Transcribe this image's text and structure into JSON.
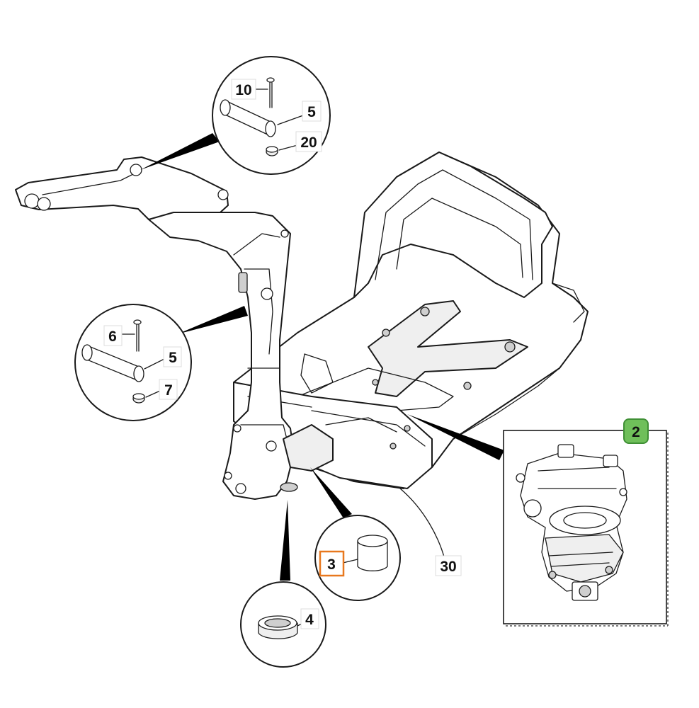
{
  "diagram": {
    "callouts": {
      "c10": "10",
      "c5a": "5",
      "c20": "20",
      "c6": "6",
      "c5b": "5",
      "c7": "7",
      "c3": "3",
      "c30": "30",
      "c4": "4",
      "c2": "2"
    },
    "colors": {
      "highlight_selected": "#e8781e",
      "highlight_available": "#6fbf5a",
      "line": "#1a1a1a"
    },
    "icons": [
      "pin-icon",
      "bolt-icon",
      "nut-icon",
      "bushing-icon",
      "hydraulic-pump-icon"
    ]
  }
}
